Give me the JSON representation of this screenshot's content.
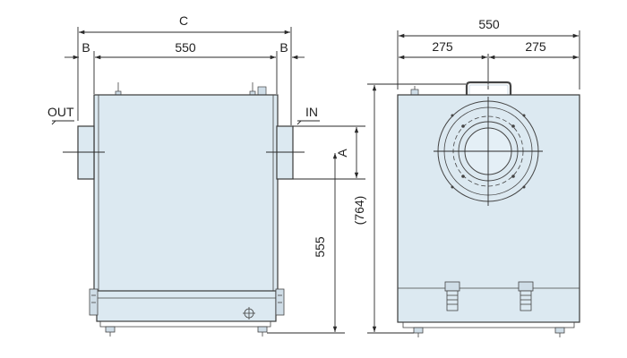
{
  "side_view": {
    "overall_width_label": "C",
    "body_width_label": "550",
    "offset_left_label": "B",
    "offset_right_label": "B",
    "outlet_label": "OUT",
    "inlet_label": "IN",
    "port_height_label": "A",
    "port_position_label": "555"
  },
  "front_view": {
    "width_label": "550",
    "half_left_label": "275",
    "half_right_label": "275",
    "height_label": "(764)"
  },
  "colors": {
    "body_fill": "#dce9f1",
    "line": "#3a3a3a"
  }
}
